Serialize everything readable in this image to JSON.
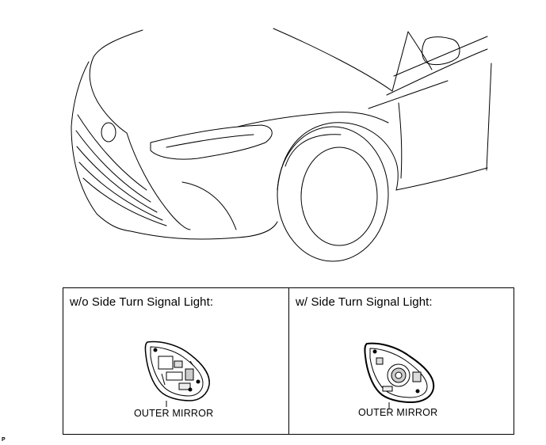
{
  "panels": {
    "left": {
      "title": "w/o Side Turn Signal Light:",
      "part_label": "OUTER MIRROR"
    },
    "right": {
      "title": "w/ Side Turn Signal Light:",
      "part_label": "OUTER MIRROR"
    }
  },
  "figure_code": "P",
  "icons": {
    "car": "car-front-quarter-line-drawing",
    "mirror_left": "outer-mirror-without-turn-signal",
    "mirror_right": "outer-mirror-with-turn-signal"
  },
  "colors": {
    "line": "#000000",
    "background": "#ffffff"
  }
}
